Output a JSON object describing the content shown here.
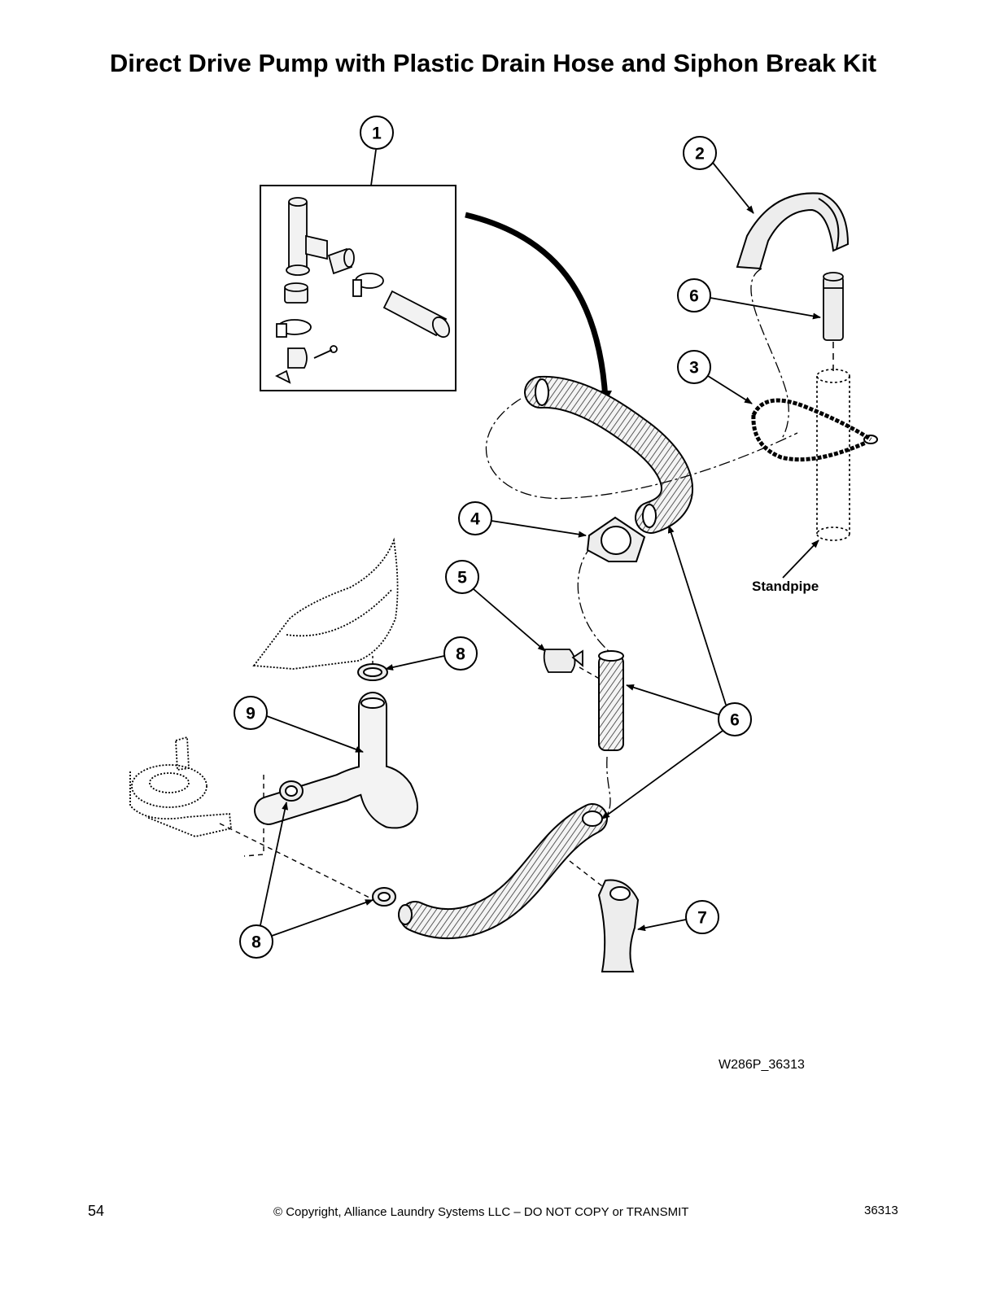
{
  "page_title": "Direct Drive Pump with Plastic Drain Hose and Siphon Break Kit",
  "callouts": {
    "c1": "1",
    "c2": "2",
    "c3": "3",
    "c4": "4",
    "c5": "5",
    "c6a": "6",
    "c6b": "6",
    "c7": "7",
    "c8a": "8",
    "c8b": "8",
    "c9": "9"
  },
  "labels": {
    "standpipe": "Standpipe",
    "drawing_id": "W286P_36313"
  },
  "footer": {
    "page_number": "54",
    "copyright": "© Copyright, Alliance Laundry Systems LLC – DO NOT COPY or TRANSMIT",
    "doc_number": "36313"
  }
}
